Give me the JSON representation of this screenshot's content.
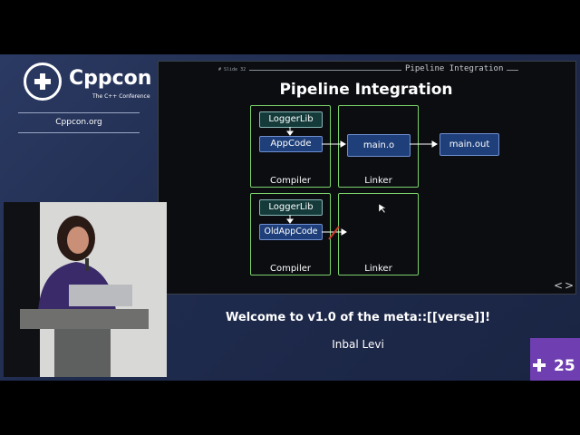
{
  "branding": {
    "name": "Cppcon",
    "subtitle": "The C++ Conference",
    "url": "Cppcon.org"
  },
  "slide": {
    "number": "# Slide 32",
    "header": "Pipeline Integration",
    "title": "Pipeline Integration",
    "top_row": {
      "lib_box": "LoggerLib",
      "app_box": "AppCode",
      "linker_box": "main.o",
      "output_box": "main.out",
      "compiler_label": "Compiler",
      "linker_label": "Linker"
    },
    "bottom_row": {
      "lib_box": "LoggerLib",
      "app_box": "OldAppCode",
      "compiler_label": "Compiler",
      "linker_label": "Linker"
    },
    "nav_prev": "<",
    "nav_next": ">"
  },
  "talk": {
    "title": "Welcome to v1.0 of the meta::[[verse]]!",
    "speaker": "Inbal Levi"
  },
  "badge": {
    "number": "25"
  },
  "colors": {
    "background": "#24325a",
    "panel_border": "#7bd26a",
    "lib_box": "#143a3a",
    "code_box": "#1e3f7a",
    "badge": "#6f3fb2",
    "broken_link": "#d23b2a"
  }
}
